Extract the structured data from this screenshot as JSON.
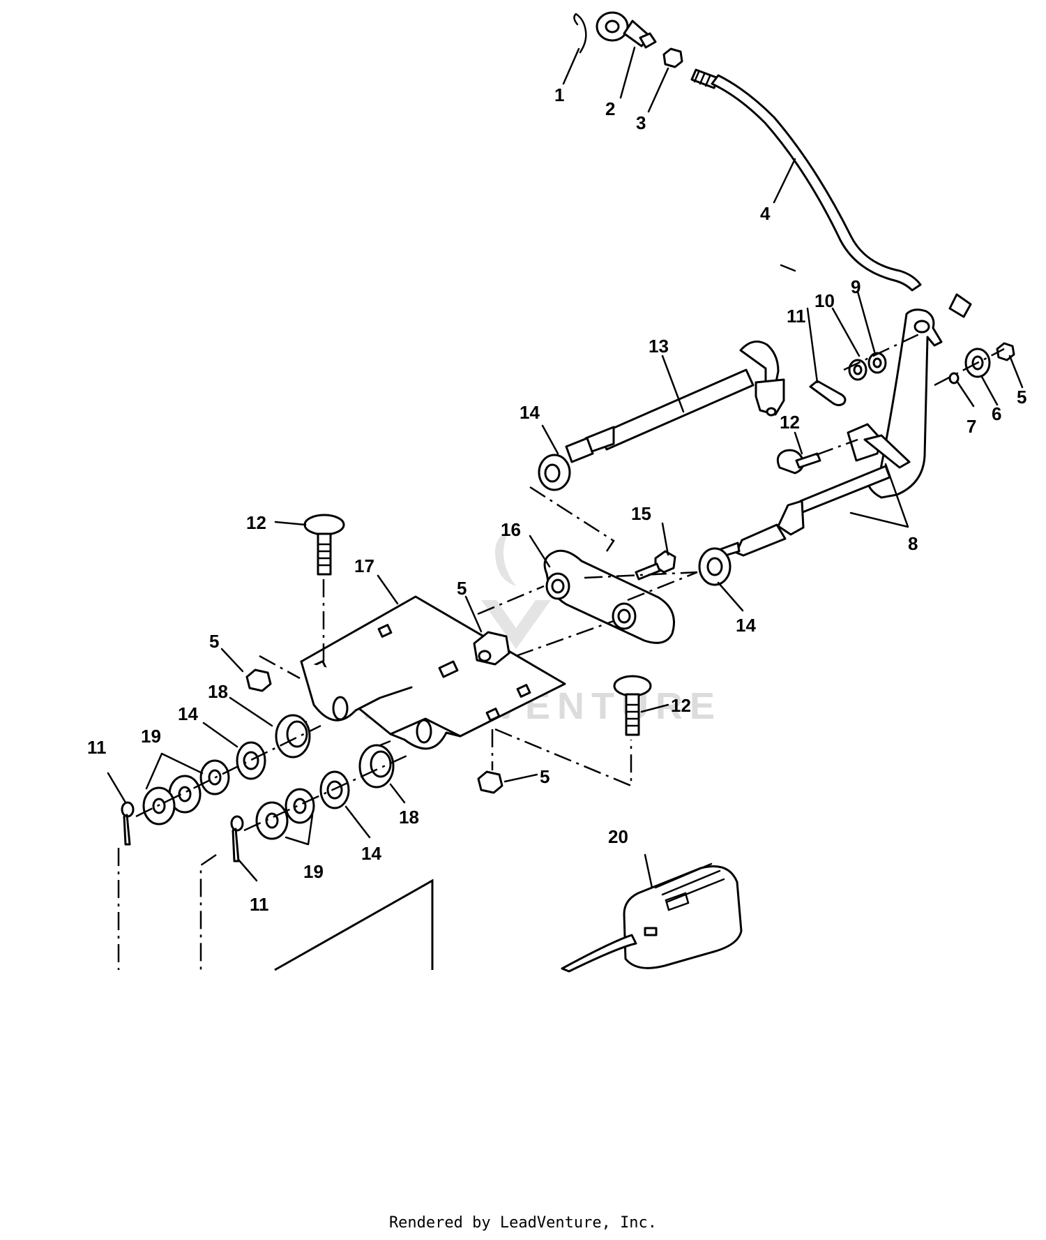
{
  "diagram": {
    "watermark": "LEADVENTURE",
    "footer": "Rendered by LeadVenture, Inc.",
    "callouts": [
      {
        "id": "c1",
        "label": "1"
      },
      {
        "id": "c2",
        "label": "2"
      },
      {
        "id": "c3",
        "label": "3"
      },
      {
        "id": "c4",
        "label": "4"
      },
      {
        "id": "c5a",
        "label": "5"
      },
      {
        "id": "c6",
        "label": "6"
      },
      {
        "id": "c7",
        "label": "7"
      },
      {
        "id": "c8",
        "label": "8"
      },
      {
        "id": "c9",
        "label": "9"
      },
      {
        "id": "c10",
        "label": "10"
      },
      {
        "id": "c11a",
        "label": "11"
      },
      {
        "id": "c12a",
        "label": "12"
      },
      {
        "id": "c13",
        "label": "13"
      },
      {
        "id": "c14a",
        "label": "14"
      },
      {
        "id": "c15",
        "label": "15"
      },
      {
        "id": "c16",
        "label": "16"
      },
      {
        "id": "c14b",
        "label": "14"
      },
      {
        "id": "c12b",
        "label": "12"
      },
      {
        "id": "c17",
        "label": "17"
      },
      {
        "id": "c5b",
        "label": "5"
      },
      {
        "id": "c5c",
        "label": "5"
      },
      {
        "id": "c18a",
        "label": "18"
      },
      {
        "id": "c14c",
        "label": "14"
      },
      {
        "id": "c19a",
        "label": "19"
      },
      {
        "id": "c11b",
        "label": "11"
      },
      {
        "id": "c12c",
        "label": "12"
      },
      {
        "id": "c5d",
        "label": "5"
      },
      {
        "id": "c18b",
        "label": "18"
      },
      {
        "id": "c14d",
        "label": "14"
      },
      {
        "id": "c19b",
        "label": "19"
      },
      {
        "id": "c11c",
        "label": "11"
      },
      {
        "id": "c20",
        "label": "20"
      }
    ]
  }
}
